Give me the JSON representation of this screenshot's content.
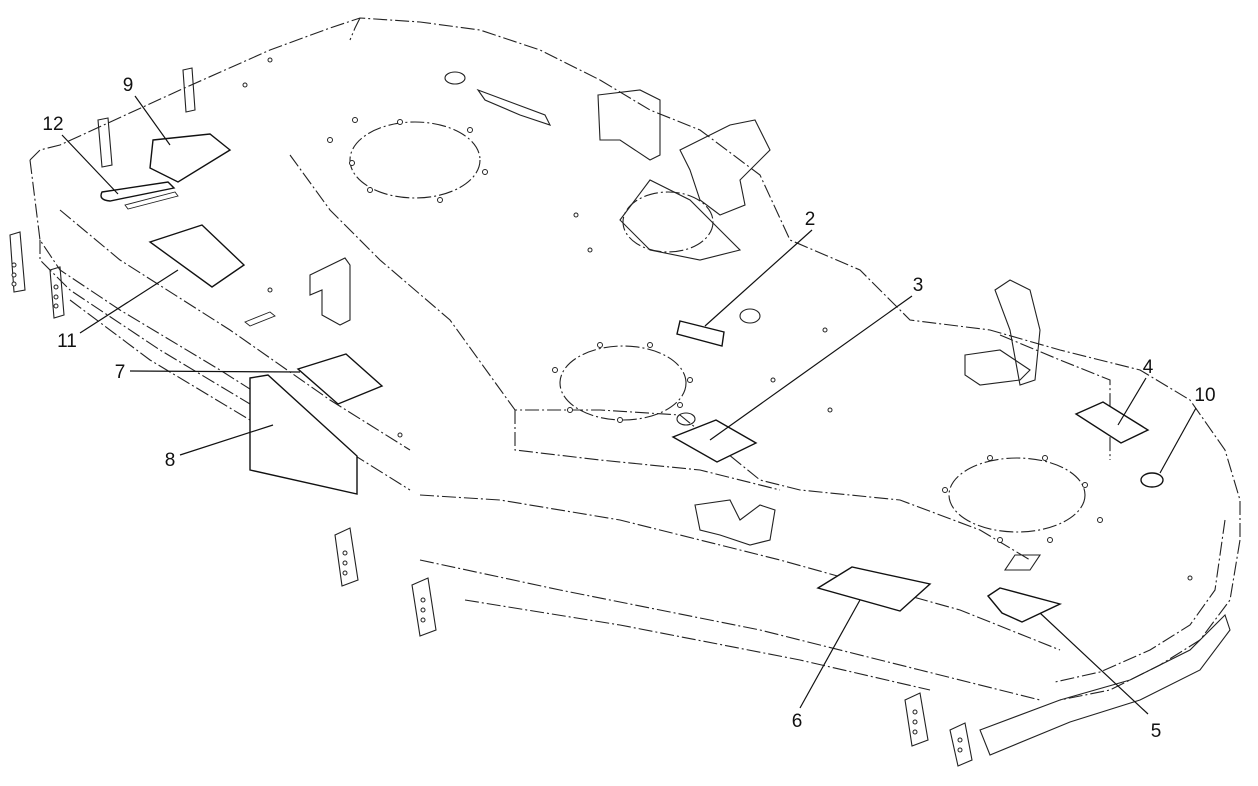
{
  "diagram": {
    "callouts": [
      {
        "id": "2",
        "label": "2"
      },
      {
        "id": "3",
        "label": "3"
      },
      {
        "id": "4",
        "label": "4"
      },
      {
        "id": "5",
        "label": "5"
      },
      {
        "id": "6",
        "label": "6"
      },
      {
        "id": "7",
        "label": "7"
      },
      {
        "id": "8",
        "label": "8"
      },
      {
        "id": "9",
        "label": "9"
      },
      {
        "id": "10",
        "label": "10"
      },
      {
        "id": "11",
        "label": "11"
      },
      {
        "id": "12",
        "label": "12"
      }
    ]
  }
}
